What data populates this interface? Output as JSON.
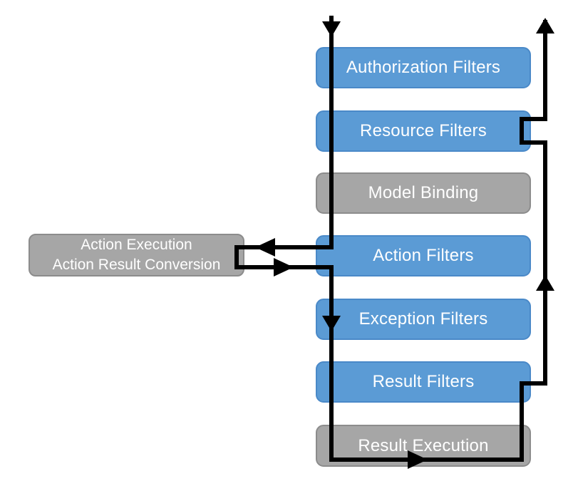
{
  "diagram": {
    "pipeline": [
      {
        "label": "Authorization Filters",
        "kind": "filter"
      },
      {
        "label": "Resource Filters",
        "kind": "filter"
      },
      {
        "label": "Model Binding",
        "kind": "stage"
      },
      {
        "label": "Action Filters",
        "kind": "filter"
      },
      {
        "label": "Exception Filters",
        "kind": "filter"
      },
      {
        "label": "Result Filters",
        "kind": "filter"
      },
      {
        "label": "Result Execution",
        "kind": "stage"
      }
    ],
    "side_node": {
      "line1": "Action Execution",
      "line2": "Action Result Conversion"
    },
    "colors": {
      "filter_fill": "#5B9BD5",
      "filter_border": "#4A89C8",
      "stage_fill": "#A6A6A6",
      "stage_border": "#8C8C8C",
      "text": "#FFFFFF",
      "flow_line": "#000000",
      "background": "#FFFFFF"
    }
  }
}
